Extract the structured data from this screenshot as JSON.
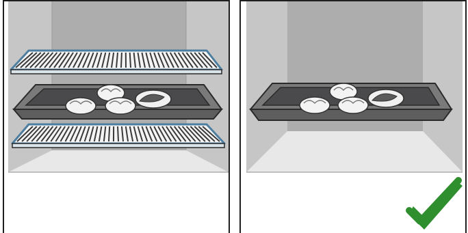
{
  "panels": [
    {
      "id": "panel-left",
      "content": [
        "oven-interior",
        "upper-wire-rack",
        "baking-tray-with-pastries",
        "lower-wire-rack"
      ],
      "status": "incorrect"
    },
    {
      "id": "panel-right",
      "content": [
        "oven-interior",
        "baking-tray-with-pastries"
      ],
      "status": "correct",
      "indicator_icon": "check-mark-icon"
    }
  ],
  "colors": {
    "rack_outline": "#4d7ea0",
    "tray_fill": "#4a4a4c",
    "oven_back_wall": "#b0b0b0",
    "oven_floor": "#e6e6e6",
    "check_mark": "#2f8f2f"
  }
}
